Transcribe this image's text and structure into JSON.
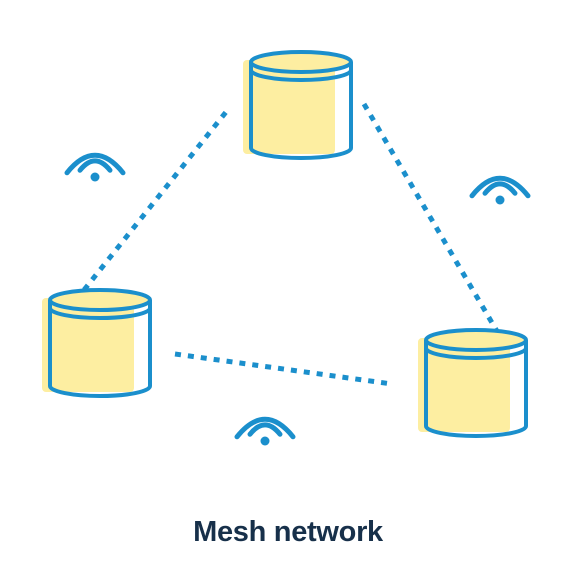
{
  "caption": "Mesh network",
  "colors": {
    "stroke": "#1b8fcc",
    "fill": "#fdeea1",
    "caption": "#17304a",
    "background": "#ffffff"
  },
  "nodes": [
    {
      "name": "node-top",
      "icon": "database-cylinder-icon"
    },
    {
      "name": "node-left",
      "icon": "database-cylinder-icon"
    },
    {
      "name": "node-right",
      "icon": "database-cylinder-icon"
    }
  ],
  "links": [
    {
      "name": "link-left-top",
      "style": "dotted"
    },
    {
      "name": "link-top-right",
      "style": "dotted"
    },
    {
      "name": "link-left-right",
      "style": "dotted"
    }
  ],
  "signals": [
    {
      "name": "wifi-upper-left",
      "icon": "wifi-icon"
    },
    {
      "name": "wifi-right",
      "icon": "wifi-icon"
    },
    {
      "name": "wifi-bottom",
      "icon": "wifi-icon"
    }
  ]
}
